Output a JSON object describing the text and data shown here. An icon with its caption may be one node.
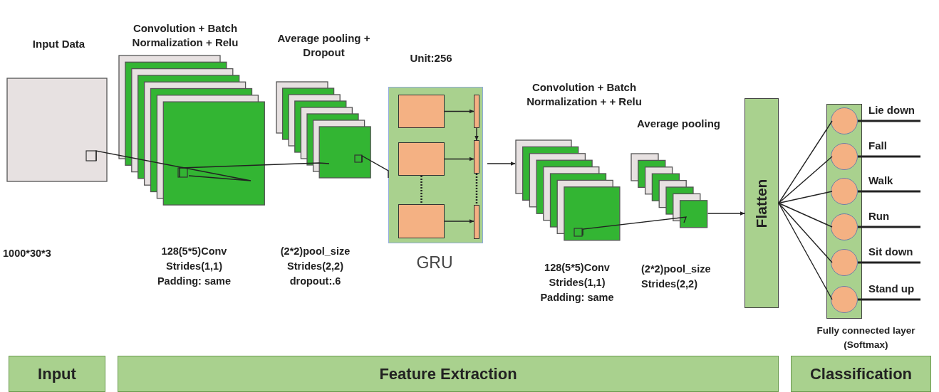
{
  "diagram": {
    "nodes": [
      {
        "text": [
          "Input Data"
        ]
      },
      {
        "text": [
          "Convolution + Batch Normalization + Relu"
        ]
      },
      {
        "text": [
          "Average pooling + Dropout"
        ]
      },
      {
        "text": [
          "Unit:256",
          "GRU"
        ]
      },
      {
        "text": [],
        "shape": "box",
        "in": 3
      },
      {
        "text": [],
        "shape": "box",
        "in": 3
      },
      {
        "text": [],
        "shape": "box",
        "in": 3
      },
      {
        "text": [],
        "shape": "bar",
        "in": 3
      },
      {
        "text": [],
        "shape": "bar",
        "in": 3
      },
      {
        "text": [],
        "shape": "bar",
        "in": 3
      },
      {
        "text": [
          "Convolution + Batch Normalization + + Relu"
        ]
      },
      {
        "text": [
          "Average pooling"
        ]
      },
      {
        "text": [
          "Flatten"
        ]
      },
      {
        "text": [
          "Fully connected layer (Softmax)"
        ]
      },
      {
        "text": [],
        "shape": "circle",
        "in": 13
      },
      {
        "text": [],
        "shape": "circle",
        "in": 13
      },
      {
        "text": [],
        "shape": "circle",
        "in": 13
      },
      {
        "text": [],
        "shape": "circle",
        "in": 13
      },
      {
        "text": [],
        "shape": "circle",
        "in": 13
      },
      {
        "text": [],
        "shape": "circle",
        "in": 13
      },
      {
        "text": [
          "Input"
        ]
      },
      {
        "text": [
          "Feature Extraction"
        ]
      },
      {
        "text": [
          "Classification"
        ]
      }
    ],
    "edges": [
      {
        "from": 0,
        "to": 1,
        "arrow": "none"
      },
      {
        "from": 1,
        "to": 2,
        "arrow": "none"
      },
      {
        "from": 2,
        "to": 3,
        "arrow": "none"
      },
      {
        "from": 4,
        "to": 7,
        "arrow": "to"
      },
      {
        "from": 5,
        "to": 8,
        "arrow": "to"
      },
      {
        "from": 6,
        "to": 9,
        "arrow": "to"
      },
      {
        "from": 7,
        "to": 8,
        "arrow": "to"
      },
      {
        "from": 3,
        "to": 10,
        "arrow": "to"
      },
      {
        "from": 10,
        "to": 11,
        "arrow": "none"
      },
      {
        "from": 11,
        "to": 12,
        "arrow": "to"
      },
      {
        "from": 12,
        "to": 14,
        "arrow": "none"
      },
      {
        "from": 12,
        "to": 15,
        "arrow": "none"
      },
      {
        "from": 12,
        "to": 16,
        "arrow": "none"
      },
      {
        "from": 12,
        "to": 17,
        "arrow": "none"
      },
      {
        "from": 12,
        "to": 18,
        "arrow": "none"
      },
      {
        "from": 12,
        "to": 19,
        "arrow": "none"
      },
      {
        "from": 14,
        "to": null,
        "arrow": "none",
        "label": "Lie down"
      },
      {
        "from": 15,
        "to": null,
        "arrow": "none",
        "label": "Fall"
      },
      {
        "from": 16,
        "to": null,
        "arrow": "none",
        "label": "Walk"
      },
      {
        "from": 17,
        "to": null,
        "arrow": "none",
        "label": "Run"
      },
      {
        "from": 18,
        "to": null,
        "arrow": "none",
        "label": "Sit down"
      },
      {
        "from": 19,
        "to": null,
        "arrow": "none",
        "label": "Stand up"
      },
      {
        "from": 5,
        "to": 6,
        "arrow": "none",
        "style": "dashed"
      },
      {
        "from": 8,
        "to": 9,
        "arrow": "none",
        "style": "dashed"
      }
    ],
    "labels": [
      "1000*30*3",
      "128(5*5)Conv Strides(1,1) Padding: same",
      "(2*2)pool_size Strides(2,2) dropout:.6",
      "128(5*5)Conv Strides(1,1) Padding: same",
      "(2*2)pool_size Strides(2,2)"
    ]
  }
}
